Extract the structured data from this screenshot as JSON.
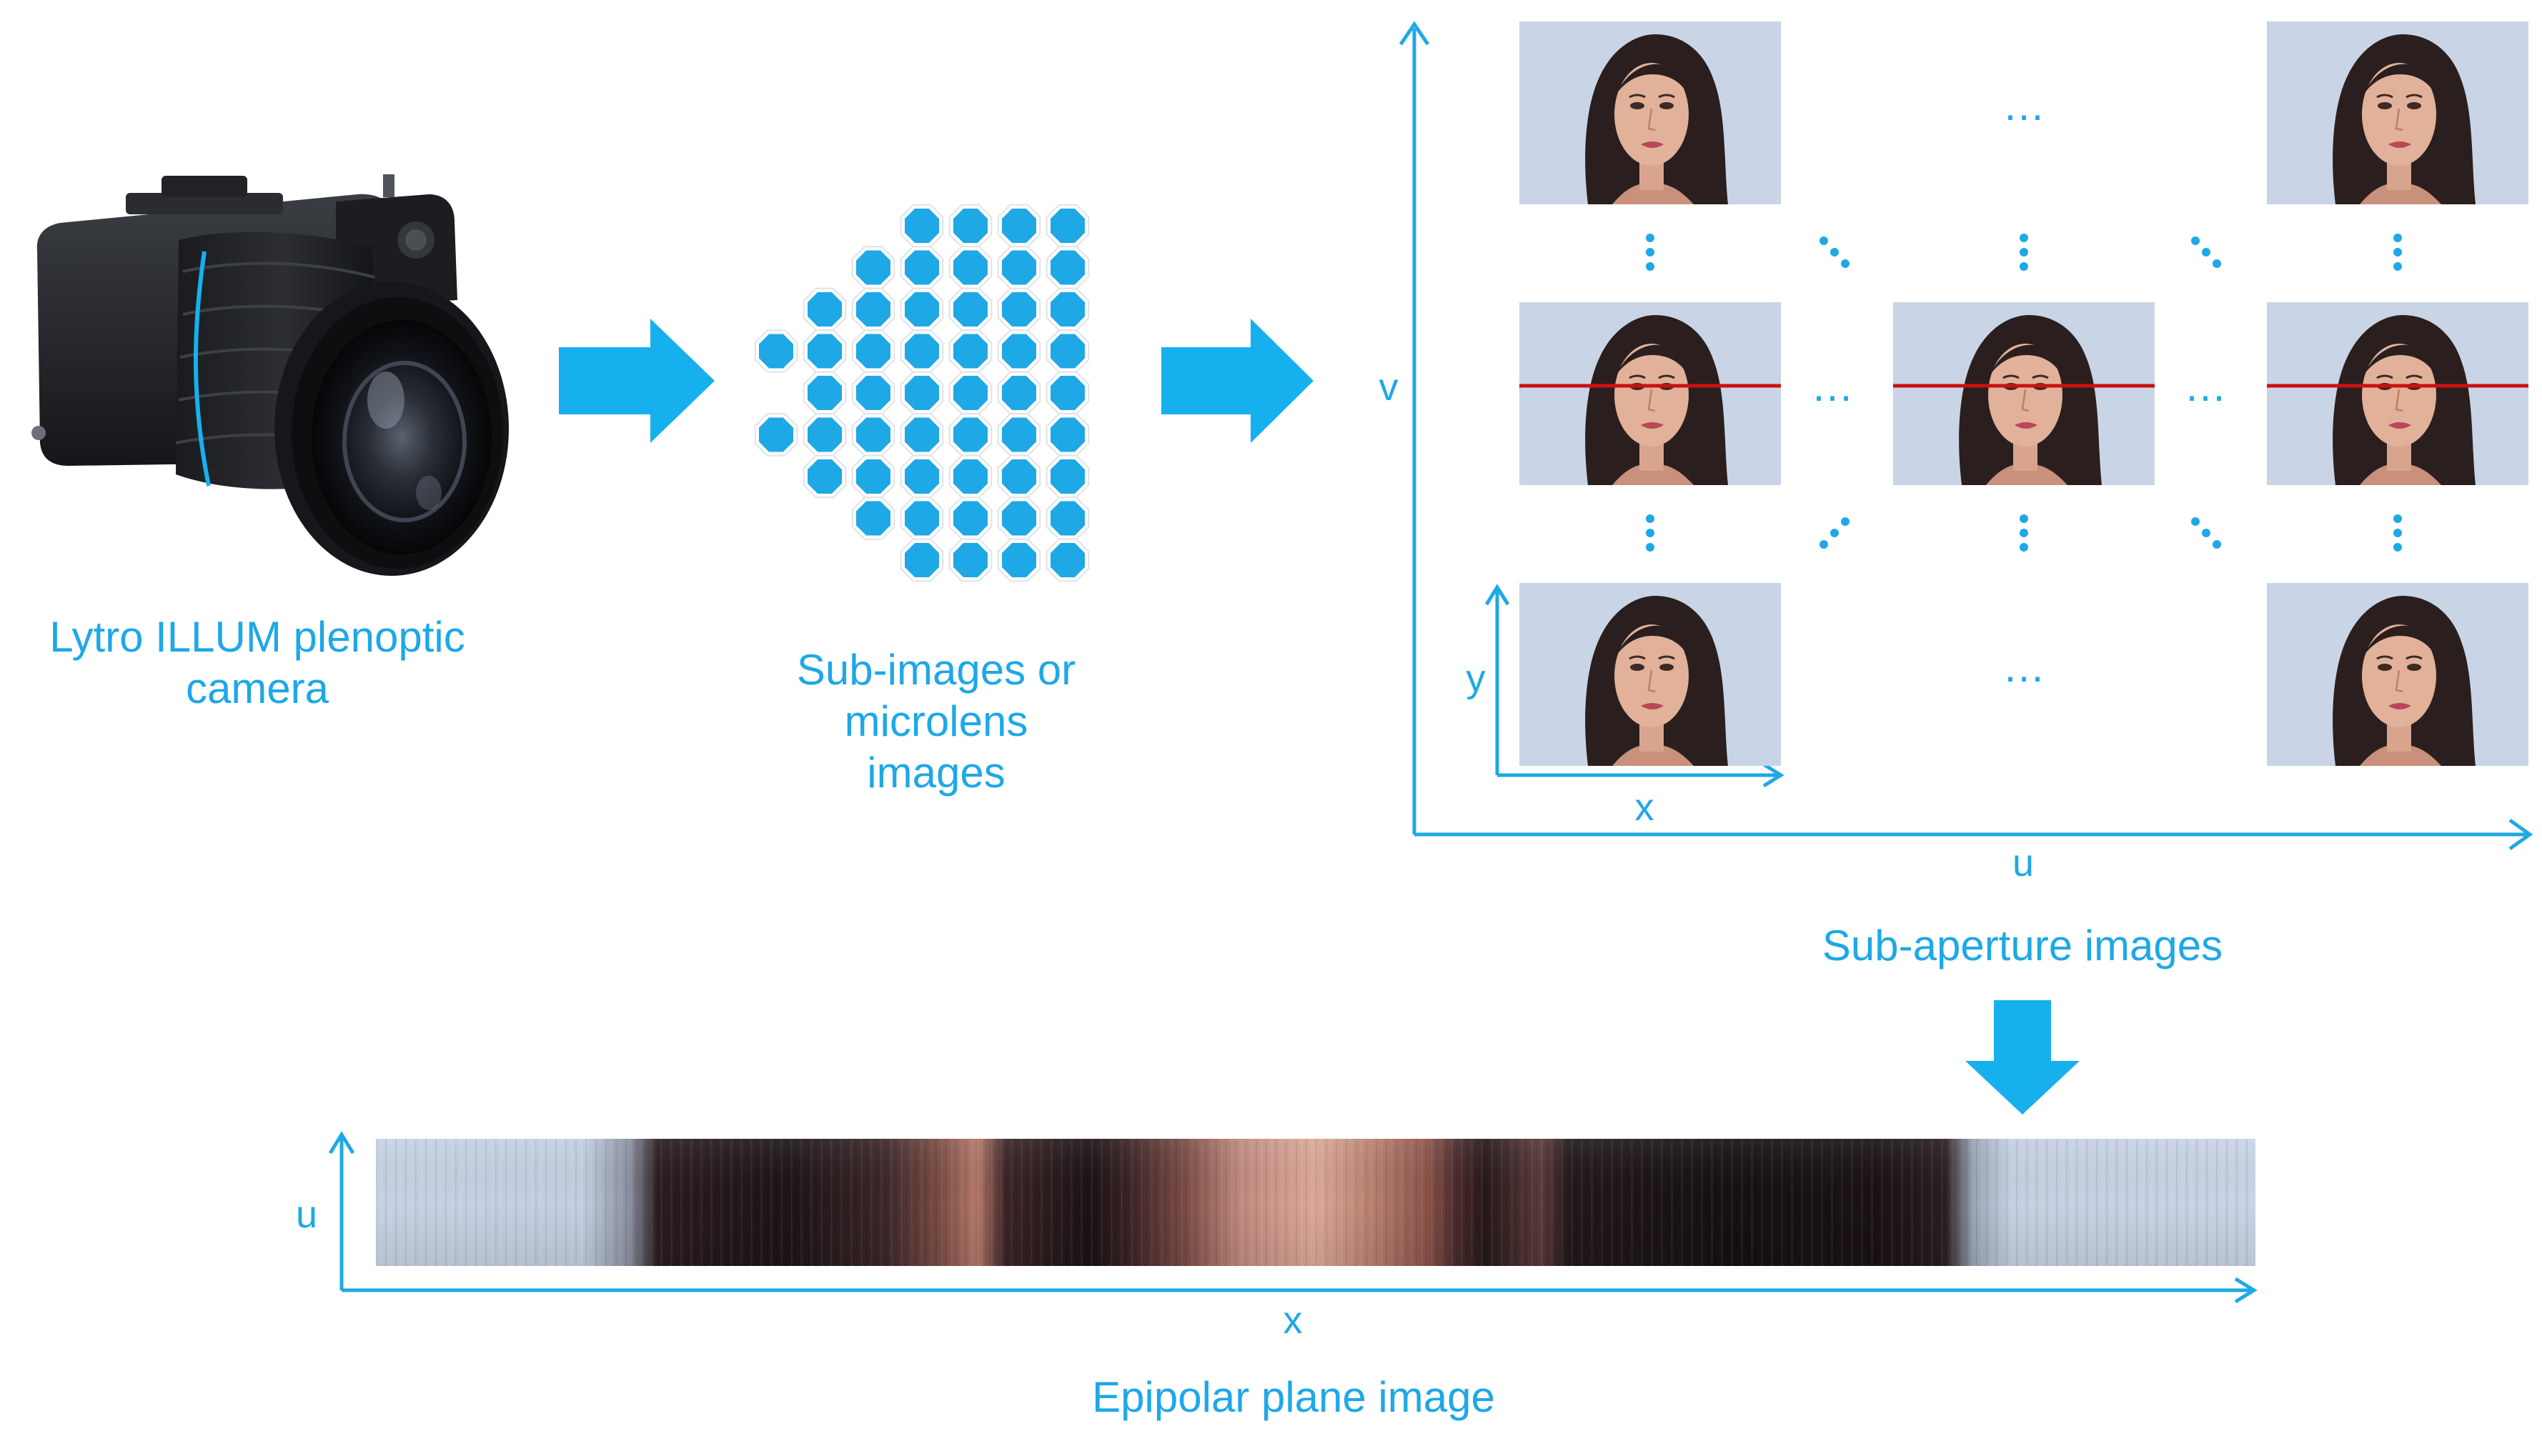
{
  "camera": {
    "label_line1": "Lytro ILLUM plenoptic",
    "label_line2": "camera"
  },
  "microlens": {
    "label_line1": "Sub-images or",
    "label_line2": "microlens",
    "label_line3": "images"
  },
  "sub_aperture": {
    "axis_v": "v",
    "axis_u": "u",
    "axis_x": "x",
    "axis_y": "y",
    "caption": "Sub-aperture images",
    "ellipsis": "…"
  },
  "epi": {
    "axis_u": "u",
    "axis_x": "x",
    "caption": "Epipolar plane image"
  },
  "colors": {
    "accent": "#1ea8e6",
    "arrow": "#17b0ee",
    "scanline": "#cc1111",
    "photo_bg": "#c9d5e6",
    "hair": "#2a1f1e",
    "skin": "#e2b199"
  }
}
